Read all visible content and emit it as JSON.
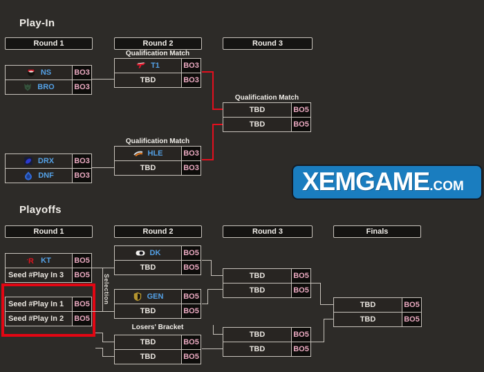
{
  "playin": {
    "title": "Play-In",
    "headers": [
      "Round 1",
      "Round 2",
      "Round 3"
    ],
    "m1": {
      "r1": {
        "team": "NS",
        "fmt": "BO3"
      },
      "r2": {
        "team": "BRO",
        "fmt": "BO3"
      }
    },
    "m2": {
      "label": "Qualification Match",
      "r1": {
        "team": "T1",
        "fmt": "BO3"
      },
      "r2": {
        "team": "TBD",
        "fmt": "BO3"
      }
    },
    "m3": {
      "r1": {
        "team": "DRX",
        "fmt": "BO3"
      },
      "r2": {
        "team": "DNF",
        "fmt": "BO3"
      }
    },
    "m4": {
      "label": "Qualification Match",
      "r1": {
        "team": "HLE",
        "fmt": "BO3"
      },
      "r2": {
        "team": "TBD",
        "fmt": "BO3"
      }
    },
    "m5": {
      "label": "Qualification Match",
      "r1": {
        "team": "TBD",
        "fmt": "BO5"
      },
      "r2": {
        "team": "TBD",
        "fmt": "BO5"
      }
    }
  },
  "playoffs": {
    "title": "Playoffs",
    "headers": [
      "Round 1",
      "Round 2",
      "Round 3",
      "Finals"
    ],
    "selection_label": "Selection",
    "m1": {
      "r1": {
        "team": "KT",
        "fmt": "BO5"
      },
      "r2": {
        "team": "Seed #Play In 3",
        "fmt": "BO5"
      }
    },
    "m2": {
      "r1": {
        "team": "Seed #Play In 1",
        "fmt": "BO5"
      },
      "r2": {
        "team": "Seed #Play In 2",
        "fmt": "BO5"
      }
    },
    "m3": {
      "r1": {
        "team": "DK",
        "fmt": "BO5"
      },
      "r2": {
        "team": "TBD",
        "fmt": "BO5"
      }
    },
    "m4": {
      "r1": {
        "team": "GEN",
        "fmt": "BO5"
      },
      "r2": {
        "team": "TBD",
        "fmt": "BO5"
      }
    },
    "m5": {
      "label": "Losers' Bracket",
      "r1": {
        "team": "TBD",
        "fmt": "BO5"
      },
      "r2": {
        "team": "TBD",
        "fmt": "BO5"
      }
    },
    "m6": {
      "r1": {
        "team": "TBD",
        "fmt": "BO5"
      },
      "r2": {
        "team": "TBD",
        "fmt": "BO5"
      }
    },
    "m7": {
      "r1": {
        "team": "TBD",
        "fmt": "BO5"
      },
      "r2": {
        "team": "TBD",
        "fmt": "BO5"
      }
    },
    "m8": {
      "r1": {
        "team": "TBD",
        "fmt": "BO5"
      },
      "r2": {
        "team": "TBD",
        "fmt": "BO5"
      }
    }
  },
  "watermark": {
    "main": "XEMGAME",
    "suffix": ".COM"
  },
  "colors": {
    "background": "#2d2b28",
    "box_border": "#c9c4bd",
    "team_blue": "#54a1e6",
    "format_pink": "#eaa9c0",
    "connector_red": "#e30f1e",
    "highlight_red": "#e30613",
    "watermark_blue": "#1a7dbf"
  }
}
